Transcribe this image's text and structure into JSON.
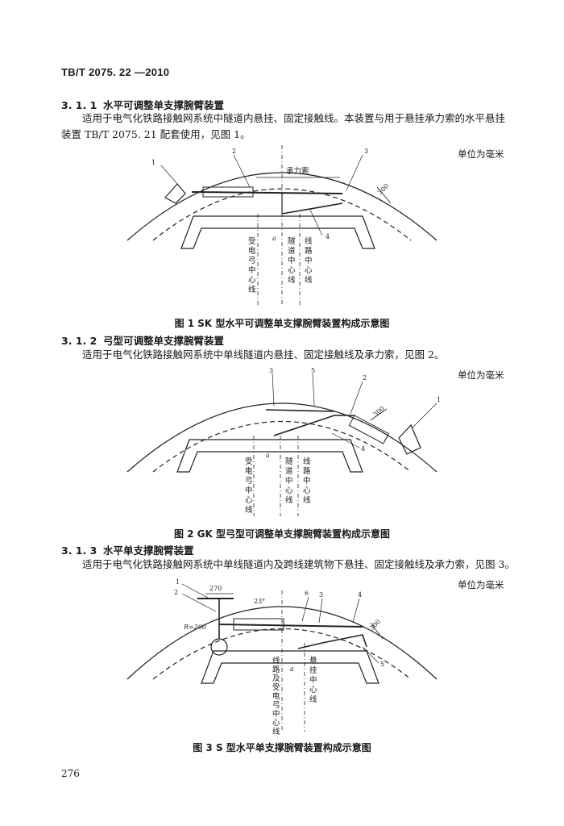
{
  "header": {
    "standard": "TB/T  2075. 22 —2010"
  },
  "sections": [
    {
      "number": "3. 1. 1",
      "title": "水平可调整单支撑腕臂装置",
      "text_line1": "适用于电气化铁路接触网系统中隧道内悬挂、固定接触线。本装置与用于悬挂承力索的水平悬挂",
      "text_line2": "装置 TB/T 2075. 21 配套使用，见图 1。",
      "unit": "单位为毫米",
      "caption": "图 1    SK 型水平可调整单支撑腕臂装置构成示意图"
    },
    {
      "number": "3. 1. 2",
      "title": "弓型可调整单支撑腕臂装置",
      "text_line1": "适用于电气化铁路接触网系统中单线隧道内悬挂、固定接触线及承力索，见图 2。",
      "unit": "单位为毫米",
      "caption": "图 2    GK 型弓型可调整单支撑腕臂装置构成示意图"
    },
    {
      "number": "3. 1. 3",
      "title": "水平单支撑腕臂装置",
      "text_line1": "适用于电气化铁路接触网系统中单线隧道内及跨线建筑物下悬挂、固定接触线及承力索，见图 3。",
      "unit": "单位为毫米",
      "caption": "图 3    S 型水平单支撑腕臂装置构成示意图"
    }
  ],
  "fig1": {
    "callouts": [
      "1",
      "2",
      "3",
      "4"
    ],
    "dim_300": "300",
    "a": "a",
    "messenger": "承力索",
    "pantograph_cl": [
      "受",
      "电",
      "弓",
      "中",
      "心",
      "线"
    ],
    "tunnel_cl": [
      "隧",
      "道",
      "中",
      "心",
      "线"
    ],
    "track_cl": [
      "线",
      "路",
      "中",
      "心",
      "线"
    ]
  },
  "fig2": {
    "callouts": [
      "1",
      "2",
      "3",
      "4",
      "5"
    ],
    "dim_300": "300",
    "a": "a",
    "pantograph_cl": [
      "受",
      "电",
      "弓",
      "中",
      "心",
      "线"
    ],
    "tunnel_cl": [
      "隧",
      "道",
      "中",
      "心",
      "线"
    ],
    "track_cl": [
      "线",
      "路",
      "中",
      "心",
      "线"
    ]
  },
  "fig3": {
    "callouts": [
      "1",
      "2",
      "3",
      "4",
      "5",
      "6"
    ],
    "dim_270": "270",
    "dim_300": "300",
    "angle": "23°",
    "radius": "R=200",
    "a": "a",
    "track_cl": [
      "线",
      "路",
      "及",
      "受",
      "电",
      "弓",
      "中",
      "心",
      "线"
    ],
    "hanger_cl": [
      "悬",
      "挂",
      "中",
      "心",
      "线"
    ]
  },
  "footer": {
    "page_number": "276"
  }
}
